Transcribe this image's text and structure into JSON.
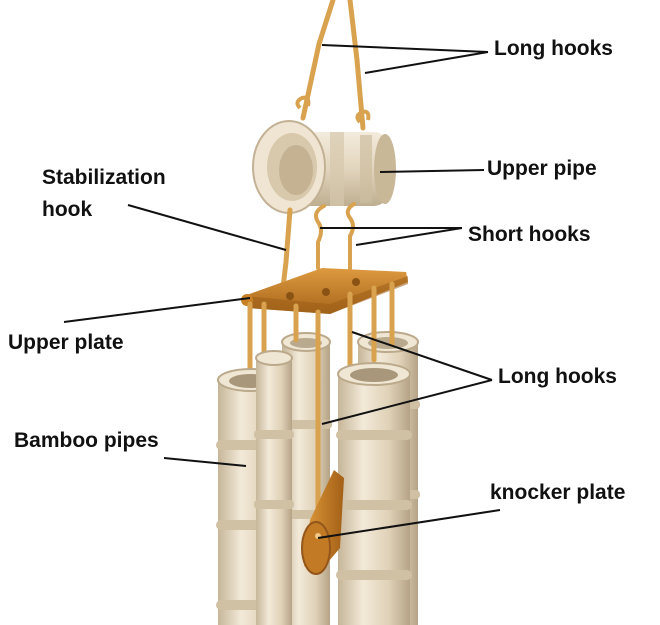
{
  "labels": {
    "long_hooks_top": "Long hooks",
    "upper_pipe": "Upper pipe",
    "stabilization_line1": "Stabilization",
    "stabilization_line2": "hook",
    "short_hooks": "Short hooks",
    "upper_plate": "Upper plate",
    "long_hooks_bottom": "Long hooks",
    "bamboo_pipes": "Bamboo pipes",
    "knocker_plate": "knocker plate"
  },
  "colors": {
    "bamboo": "#e3d6bf",
    "bamboo_shadow": "#b9a98e",
    "bamboo_highlight": "#f4ecdc",
    "hook_wire": "#d9a24f",
    "plate": "#c97f23",
    "plate_dark": "#9b5e17",
    "leader_line": "#111111"
  }
}
